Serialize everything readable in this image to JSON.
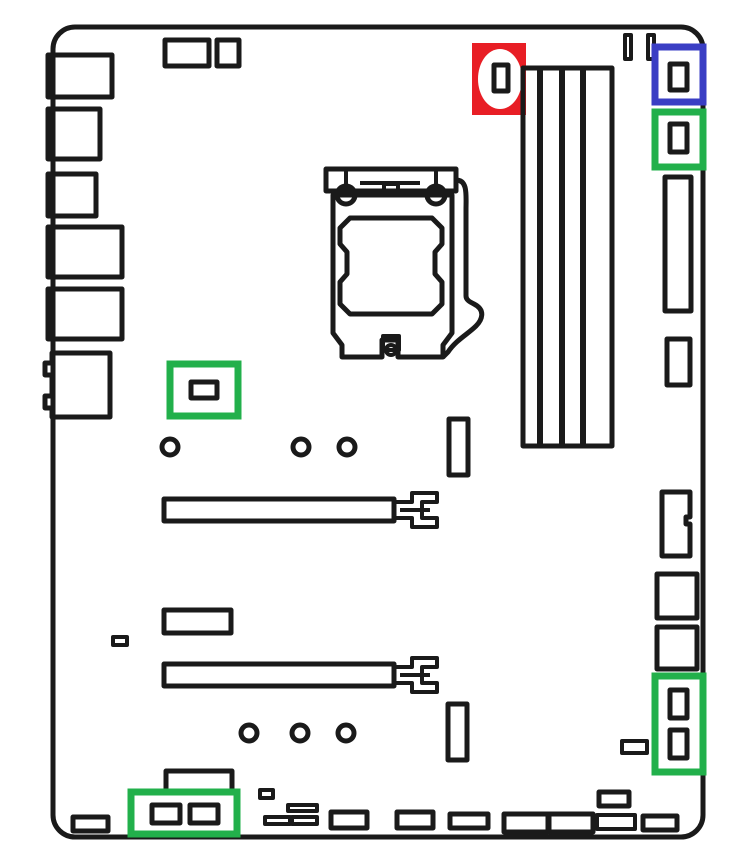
{
  "colors": {
    "outline": "#1a1a1a",
    "background": "#ffffff",
    "highlight_green": "#22b04b",
    "highlight_red": "#e81e25",
    "highlight_blue": "#3a3ec4"
  },
  "diagram": {
    "highlights": [
      {
        "color": "red",
        "target": "header-top-center"
      },
      {
        "color": "blue",
        "target": "header-top-right"
      },
      {
        "color": "green",
        "target": "header-right-upper"
      },
      {
        "color": "green",
        "target": "header-left-mid"
      },
      {
        "color": "green",
        "target": "header-right-lower-pair"
      },
      {
        "color": "green",
        "target": "header-bottom-left-pair"
      }
    ]
  }
}
